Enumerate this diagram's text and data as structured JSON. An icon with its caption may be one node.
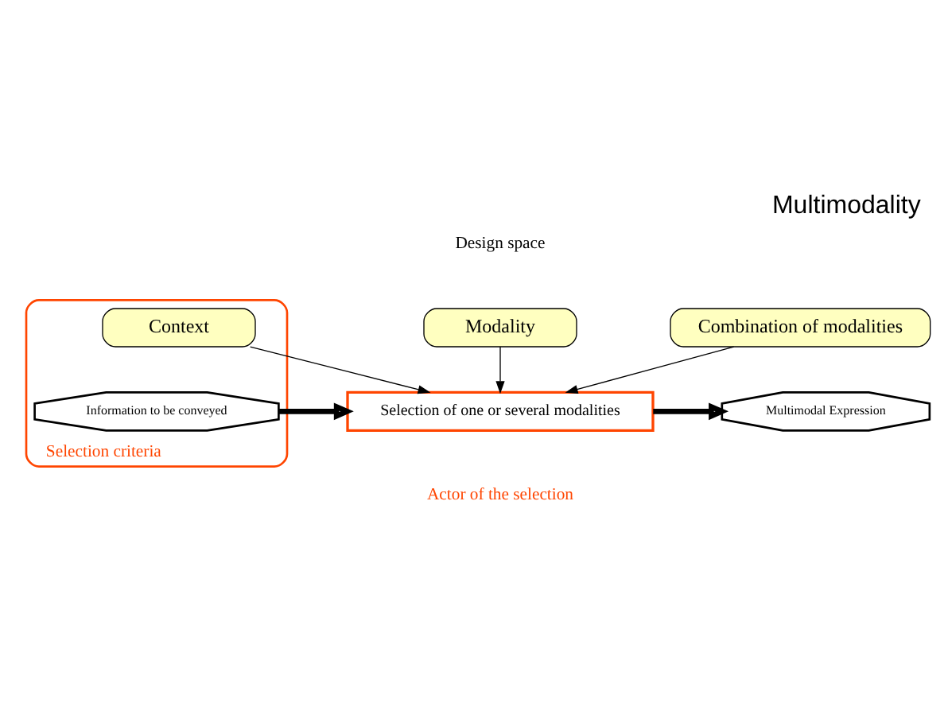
{
  "diagram": {
    "title": "Multimodality",
    "nodes": [
      {
        "text": [
          "Selection criteria"
        ]
      },
      {
        "text": [
          "Context"
        ],
        "in": 0
      },
      {
        "text": [
          "Modality"
        ]
      },
      {
        "text": [
          "Combination of modalities"
        ]
      },
      {
        "text": [
          "Information to be conveyed"
        ],
        "in": 0
      },
      {
        "text": [
          "Selection of one or several modalities"
        ],
        "beside": [
          "Actor of the selection"
        ]
      },
      {
        "text": [
          "Multimodal Expression"
        ]
      }
    ],
    "edges": [
      {
        "from": 1,
        "to": 5,
        "arrow": "to"
      },
      {
        "from": 2,
        "to": 5,
        "arrow": "to"
      },
      {
        "from": 3,
        "to": 5,
        "arrow": "to"
      },
      {
        "from": 4,
        "to": 5,
        "arrow": "to",
        "style": "thick"
      },
      {
        "from": 5,
        "to": 6,
        "arrow": "to",
        "style": "thick"
      }
    ],
    "labels": [
      "Design space"
    ]
  }
}
